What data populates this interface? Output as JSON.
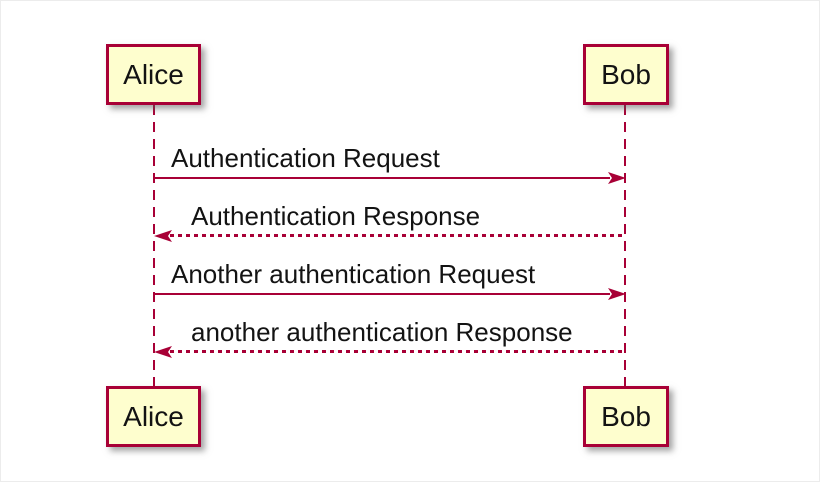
{
  "diagram": {
    "kind": "sequence-diagram",
    "participants": [
      {
        "name": "Alice"
      },
      {
        "name": "Bob"
      }
    ],
    "messages": [
      {
        "from": "Alice",
        "to": "Bob",
        "label": "Authentication Request",
        "line_style": "solid",
        "direction": "right"
      },
      {
        "from": "Bob",
        "to": "Alice",
        "label": "Authentication Response",
        "line_style": "dotted",
        "direction": "left"
      },
      {
        "from": "Alice",
        "to": "Bob",
        "label": "Another authentication Request",
        "line_style": "solid",
        "direction": "right"
      },
      {
        "from": "Bob",
        "to": "Alice",
        "label": "another authentication Response",
        "line_style": "dotted",
        "direction": "left"
      }
    ],
    "colors": {
      "participant_fill": "#FEFECE",
      "accent": "#A80036",
      "text": "#131313",
      "background": "#FFFFFF"
    }
  }
}
